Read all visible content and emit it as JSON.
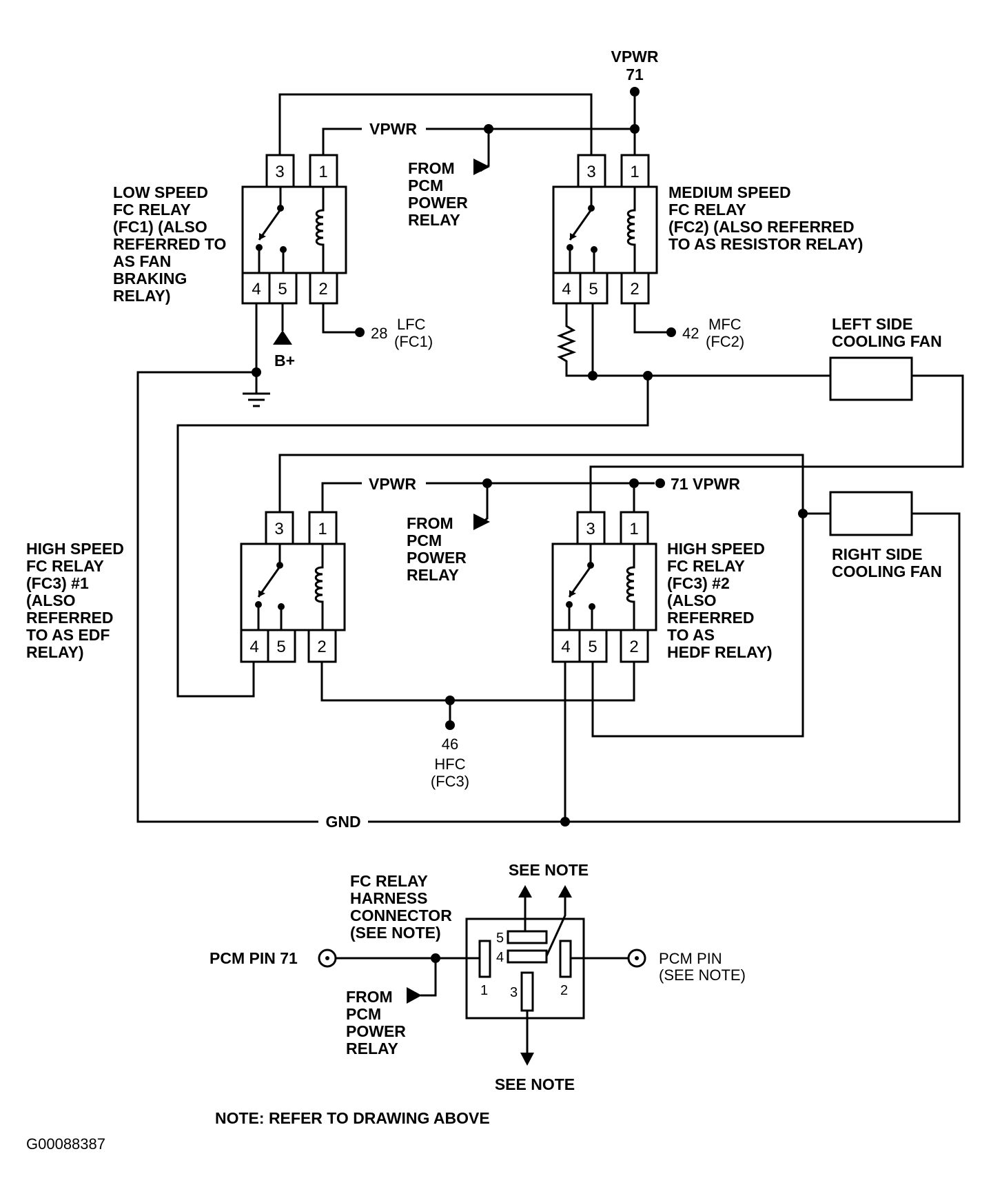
{
  "vpwr_top": {
    "name": "VPWR",
    "pin": "71"
  },
  "vpwr_label": "VPWR",
  "from_pcm_power_relay": [
    "FROM",
    "PCM",
    "POWER",
    "RELAY"
  ],
  "low_speed_relay": {
    "label": [
      "LOW SPEED",
      "FC RELAY",
      "(FC1) (ALSO",
      "REFERRED TO",
      "AS FAN",
      "BRAKING",
      "RELAY)"
    ],
    "pins": {
      "p1": "1",
      "p2": "2",
      "p3": "3",
      "p4": "4",
      "p5": "5"
    }
  },
  "medium_speed_relay": {
    "label": [
      "MEDIUM SPEED",
      "FC RELAY",
      "(FC2) (ALSO REFERRED",
      "TO AS RESISTOR RELAY)"
    ],
    "pins": {
      "p1": "1",
      "p2": "2",
      "p3": "3",
      "p4": "4",
      "p5": "5"
    }
  },
  "high_speed_relay_1": {
    "label": [
      "HIGH SPEED",
      "FC RELAY",
      "(FC3) #1",
      "(ALSO",
      "REFERRED",
      "TO AS EDF",
      "RELAY)"
    ],
    "pins": {
      "p1": "1",
      "p2": "2",
      "p3": "3",
      "p4": "4",
      "p5": "5"
    }
  },
  "high_speed_relay_2": {
    "label": [
      "HIGH SPEED",
      "FC RELAY",
      "(FC3) #2",
      "(ALSO",
      "REFERRED",
      "TO AS",
      "HEDF RELAY)"
    ],
    "pins": {
      "p1": "1",
      "p2": "2",
      "p3": "3",
      "p4": "4",
      "p5": "5"
    }
  },
  "lfc": {
    "pin": "28",
    "name": "LFC",
    "code": "(FC1)"
  },
  "mfc": {
    "pin": "42",
    "name": "MFC",
    "code": "(FC2)"
  },
  "hfc": {
    "pin": "46",
    "name": "HFC",
    "code": "(FC3)"
  },
  "battery": "B+",
  "vpwr_71": "71 VPWR",
  "left_fan": [
    "LEFT SIDE",
    "COOLING FAN"
  ],
  "right_fan": [
    "RIGHT SIDE",
    "COOLING FAN"
  ],
  "gnd": "GND",
  "connector": {
    "label": [
      "FC RELAY",
      "HARNESS",
      "CONNECTOR",
      "(SEE NOTE)"
    ],
    "see_note": "SEE NOTE",
    "pcm_pin_71": "PCM PIN 71",
    "pcm_pin": [
      "PCM PIN",
      "(SEE NOTE)"
    ],
    "from_relay": [
      "FROM",
      "PCM",
      "POWER",
      "RELAY"
    ],
    "pins": {
      "p1": "1",
      "p2": "2",
      "p3": "3",
      "p4": "4",
      "p5": "5"
    }
  },
  "note": "NOTE: REFER TO DRAWING ABOVE",
  "figure_code": "G00088387"
}
